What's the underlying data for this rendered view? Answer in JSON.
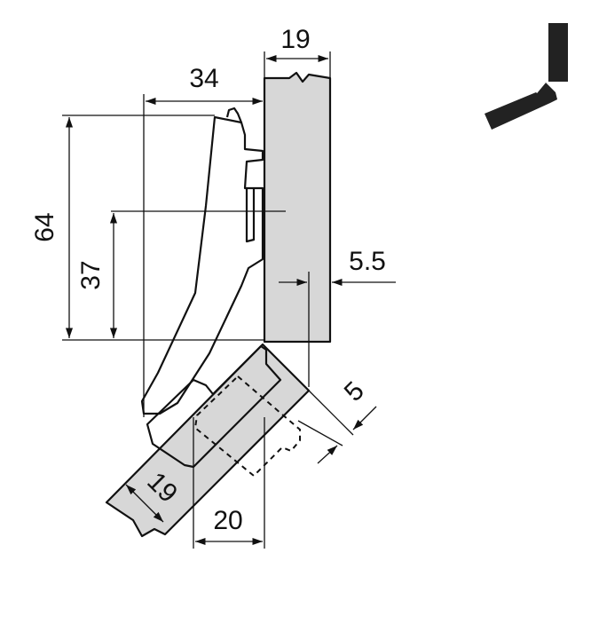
{
  "dimensions": {
    "top_width": "19",
    "overlay_width": "34",
    "height_total": "64",
    "height_hole": "37",
    "offset": "5.5",
    "gap": "5",
    "door_thickness": "19",
    "bottom_offset": "20"
  },
  "colors": {
    "panel_fill": "#d7d7d7",
    "stroke": "#111111",
    "icon_fill": "#222222"
  },
  "icon": "cabinet-angle-icon"
}
